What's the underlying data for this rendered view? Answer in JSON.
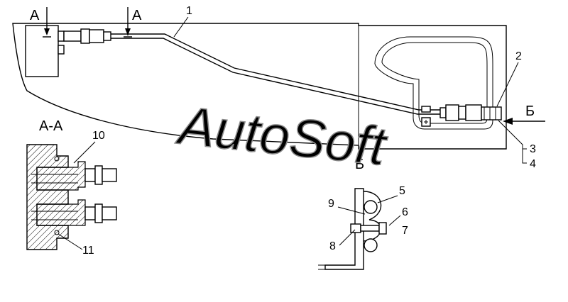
{
  "drawing": {
    "section_marks": [
      "A",
      "A"
    ],
    "section_title": "А-А",
    "view_mark_b": "Б",
    "view_b_label": "Б",
    "callouts": [
      "1",
      "2",
      "3",
      "4",
      "5",
      "6",
      "7",
      "8",
      "9",
      "10",
      "11"
    ]
  },
  "watermark": {
    "text": "AutoSoft"
  }
}
